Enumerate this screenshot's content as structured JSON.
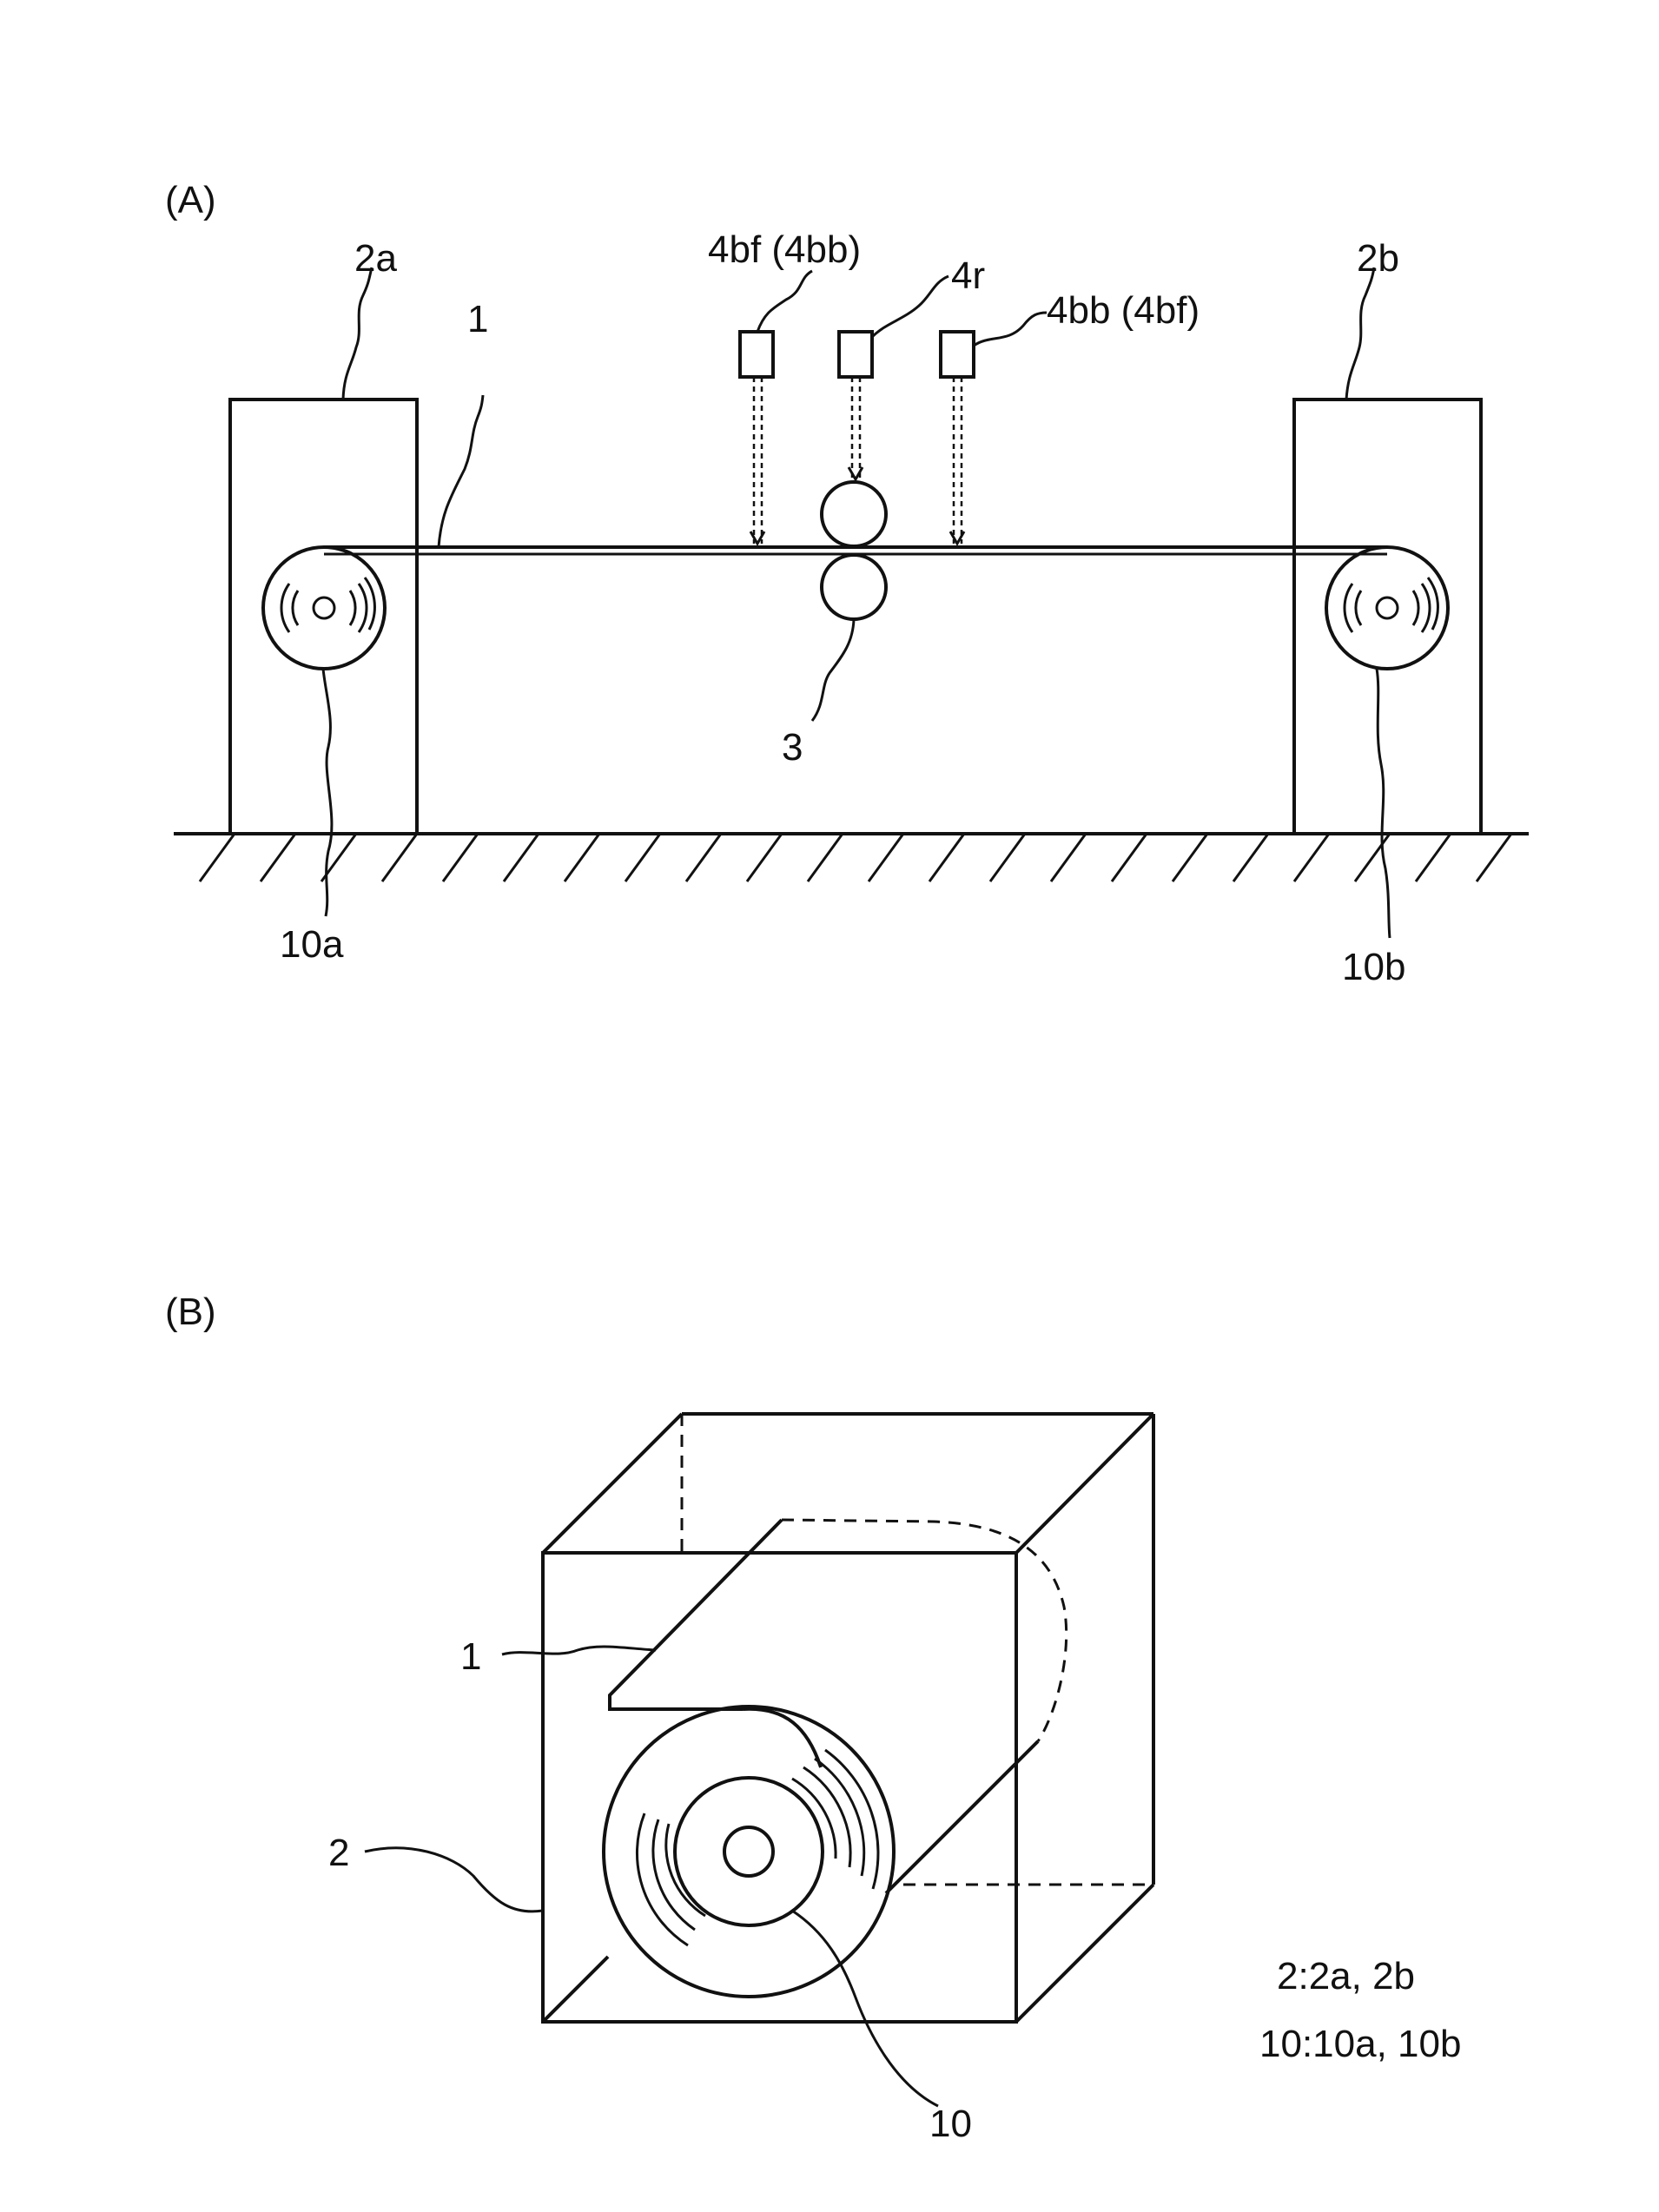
{
  "panel_a": {
    "label": "(A)",
    "refs": {
      "frame_left": "2a",
      "frame_right": "2b",
      "sheet": "1",
      "sensor_front": "4bf (4bb)",
      "sensor_middle": "4r",
      "sensor_back": "4bb (4bf)",
      "rollers": "3",
      "roll_left": "10a",
      "roll_right": "10b"
    }
  },
  "panel_b": {
    "label": "(B)",
    "refs": {
      "sheet": "1",
      "housing": "2",
      "roll": "10"
    },
    "legend": {
      "line1": "2:2a, 2b",
      "line2": "10:10a, 10b"
    }
  }
}
